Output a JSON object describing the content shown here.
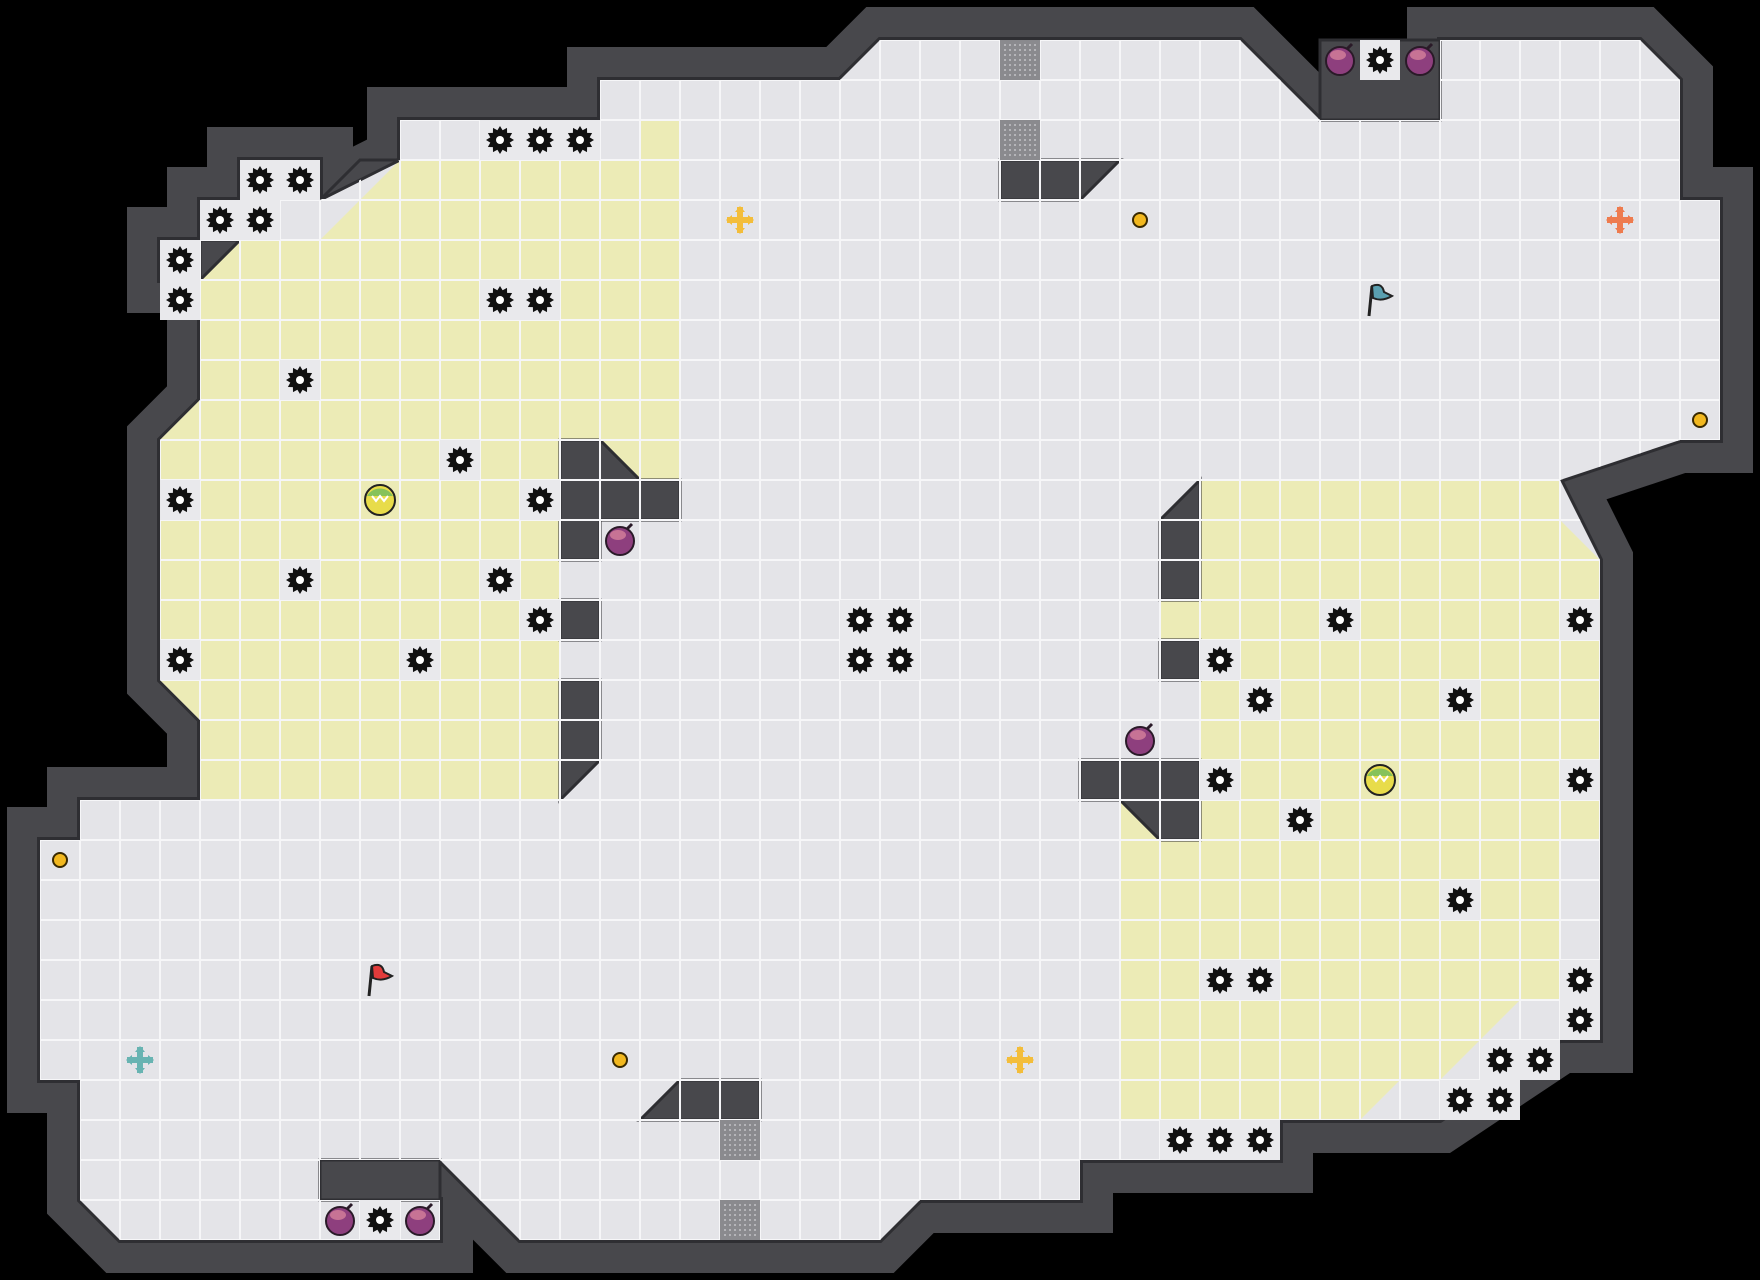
{
  "level": {
    "cols": 44,
    "rows": 32,
    "colors": {
      "background": "#000000",
      "wall": "#48484c",
      "wall_edge": "#2e2e32",
      "floor": "#e4e4e8",
      "floor_grid": "#f6f6f8",
      "zone_floor": "#ecebb6",
      "zone_grid": "#f8f7d6",
      "spike_bg": "#e9e9ec",
      "spike": "#111111",
      "bomb": "#8e3f7e",
      "bomb_highlight": "#e08aa0",
      "coin": "#f2b81f",
      "grate": "#8a8a8e",
      "flag_red": "#e23b3b",
      "flag_blue": "#5a9fb0",
      "spawn_yellow": "#f3bd3a",
      "spawn_orange": "#ee7b4e",
      "spawn_teal": "#68b4b2",
      "shield_green": "#86c25a",
      "shield_yellow": "#e8dc4a"
    },
    "spikes": [
      [
        12,
        3
      ],
      [
        13,
        3
      ],
      [
        14,
        3
      ],
      [
        6,
        4
      ],
      [
        7,
        4
      ],
      [
        5,
        5
      ],
      [
        6,
        5
      ],
      [
        4,
        6
      ],
      [
        4,
        7
      ],
      [
        12,
        7
      ],
      [
        13,
        7
      ],
      [
        7,
        9
      ],
      [
        11,
        11
      ],
      [
        4,
        12
      ],
      [
        13,
        12
      ],
      [
        7,
        14
      ],
      [
        12,
        14
      ],
      [
        13,
        15
      ],
      [
        4,
        16
      ],
      [
        10,
        16
      ],
      [
        21,
        15
      ],
      [
        22,
        15
      ],
      [
        21,
        16
      ],
      [
        22,
        16
      ],
      [
        34,
        1
      ],
      [
        33,
        15
      ],
      [
        39,
        15
      ],
      [
        30,
        16
      ],
      [
        31,
        17
      ],
      [
        36,
        17
      ],
      [
        30,
        19
      ],
      [
        39,
        19
      ],
      [
        32,
        20
      ],
      [
        36,
        22
      ],
      [
        30,
        24
      ],
      [
        31,
        24
      ],
      [
        39,
        24
      ],
      [
        39,
        25
      ],
      [
        37,
        26
      ],
      [
        38,
        26
      ],
      [
        36,
        27
      ],
      [
        37,
        27
      ],
      [
        29,
        28
      ],
      [
        30,
        28
      ],
      [
        31,
        28
      ],
      [
        9,
        30
      ]
    ],
    "bombs": [
      [
        33,
        1
      ],
      [
        35,
        1
      ],
      [
        15,
        13
      ],
      [
        28,
        18
      ],
      [
        8,
        30
      ],
      [
        10,
        30
      ]
    ],
    "coins": [
      [
        28,
        5
      ],
      [
        42,
        10
      ],
      [
        1,
        21
      ],
      [
        15,
        26
      ]
    ],
    "grates": [
      [
        25,
        1
      ],
      [
        25,
        3
      ],
      [
        18,
        28
      ],
      [
        18,
        30
      ]
    ],
    "flags": [
      {
        "color": "red",
        "cell": [
          9,
          24
        ]
      },
      {
        "color": "blue",
        "cell": [
          34,
          7
        ]
      }
    ],
    "spawns": [
      {
        "color": "yellow",
        "cell": [
          18,
          5
        ]
      },
      {
        "color": "orange",
        "cell": [
          40,
          5
        ]
      },
      {
        "color": "teal",
        "cell": [
          3,
          26
        ]
      },
      {
        "color": "yellow",
        "cell": [
          25,
          26
        ]
      }
    ],
    "shields": [
      [
        9,
        12
      ],
      [
        34,
        19
      ]
    ]
  }
}
